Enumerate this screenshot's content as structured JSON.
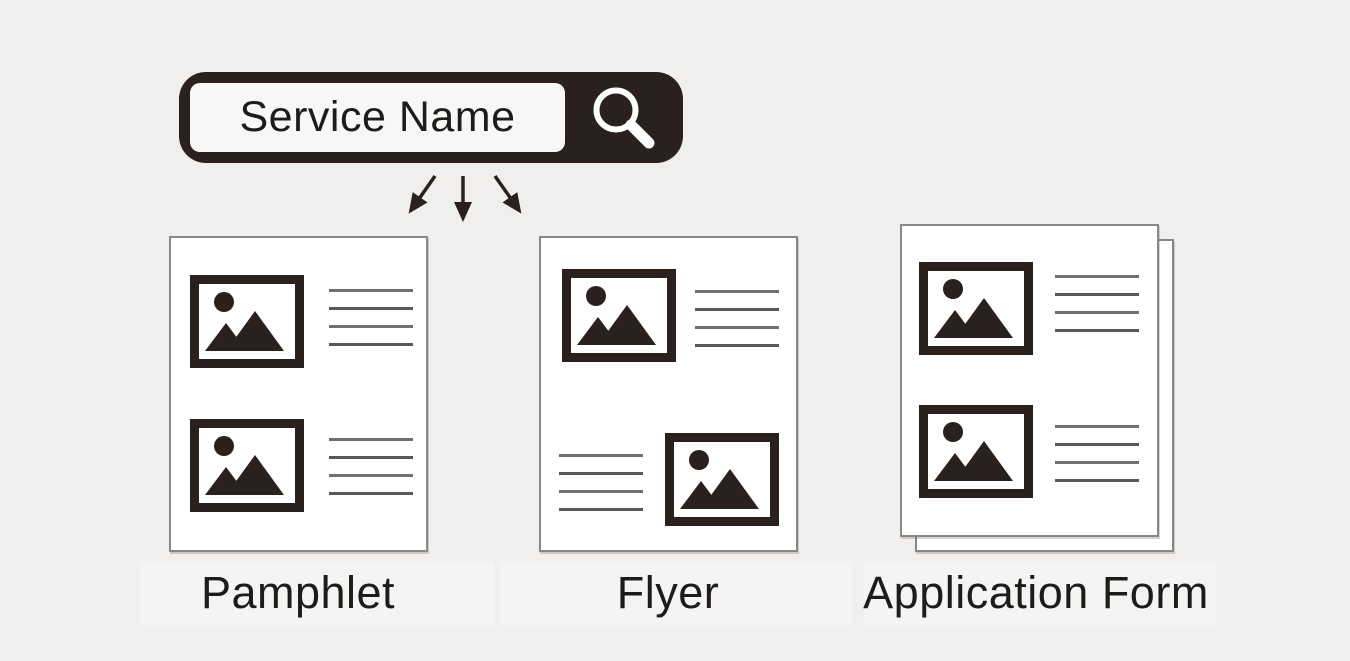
{
  "colors": {
    "background": "#f0efed",
    "ink": "#2a211e",
    "page_border": "#8a8886",
    "text_line": "#5b5856",
    "label_strip": "#f5f4f2",
    "text": "#1e1c1a"
  },
  "search_bar": {
    "value": "Service Name",
    "icon": "search-icon"
  },
  "arrows": {
    "count": 3,
    "direction": "down",
    "icon": "arrow-down-icon"
  },
  "documents": [
    {
      "label": "Pamphlet",
      "pages": 1,
      "rows": [
        "image-left",
        "image-left"
      ]
    },
    {
      "label": "Flyer",
      "pages": 1,
      "rows": [
        "image-left",
        "image-right"
      ]
    },
    {
      "label": "Application Form",
      "pages": 2,
      "rows": [
        "image-left",
        "image-left"
      ]
    }
  ]
}
